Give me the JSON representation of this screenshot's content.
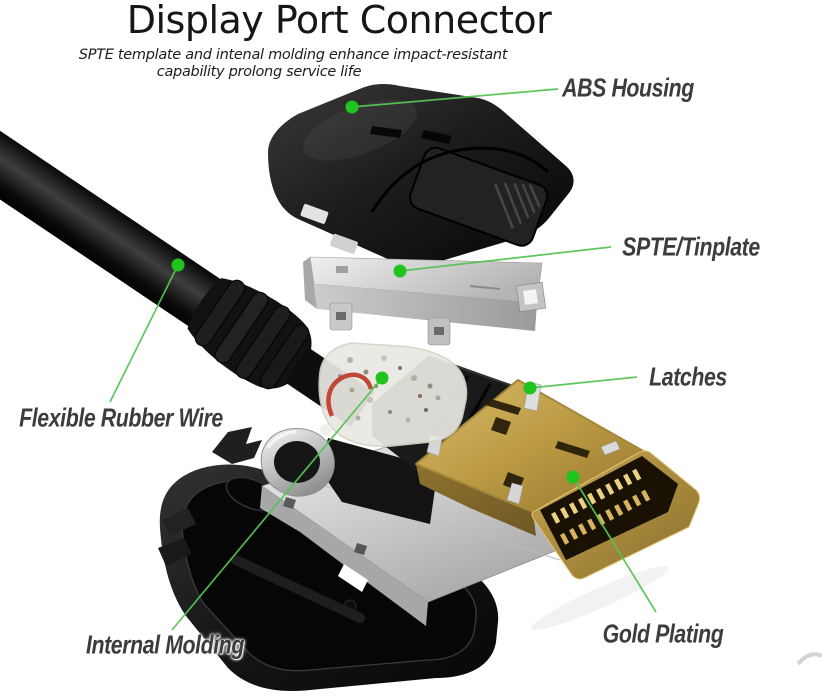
{
  "title": "Display Port Connector",
  "subtitle": {
    "line1": "SPTE template and intenal molding enhance impact-resistant",
    "line2": "capability prolong service life"
  },
  "callouts": [
    {
      "id": "abs-housing",
      "label": "ABS Housing"
    },
    {
      "id": "spte-tinplate",
      "label": "SPTE/Tinplate"
    },
    {
      "id": "latches",
      "label": "Latches"
    },
    {
      "id": "flexible-rubber-wire",
      "label": "Flexible Rubber Wire"
    },
    {
      "id": "internal-molding",
      "label": "Internal Molding"
    },
    {
      "id": "gold-plating",
      "label": "Gold Plating"
    }
  ],
  "colors": {
    "background": "#ffffff",
    "title_text": "#161616",
    "subtitle_text": "#1d1d1d",
    "label_text": "#3c3c3c",
    "callout_dot_green": "#1fc41f",
    "leader_line_green": "#55c455",
    "housing_plastic_black": "#1c1c1c",
    "tinplate_silver": "#c9c9c9",
    "gold_plating": "#c2a04a",
    "molding_translucent": "#e9e8e2",
    "wire_red": "#bf3526"
  }
}
